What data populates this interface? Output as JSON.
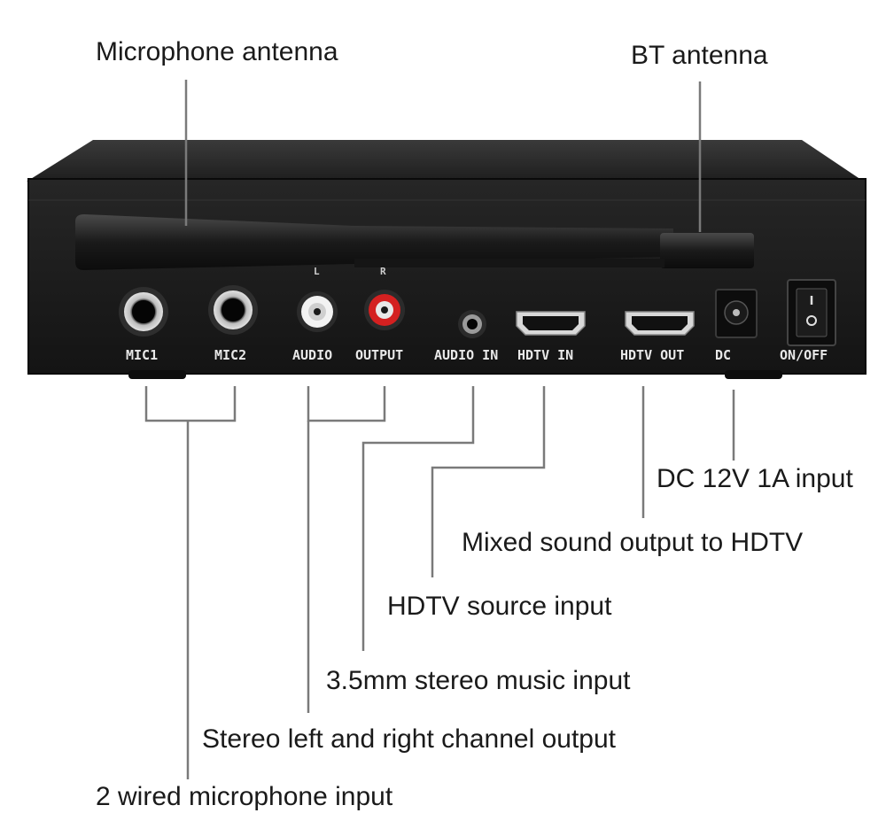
{
  "annotations": {
    "microphone_antenna": "Microphone antenna",
    "bt_antenna": "BT antenna",
    "dc_input": "DC 12V 1A input",
    "mixed_output": "Mixed sound output to HDTV",
    "hdtv_source": "HDTV source input",
    "stereo_music": "3.5mm stereo music input",
    "stereo_output": "Stereo left and right channel output",
    "wired_mic": "2 wired microphone input"
  },
  "ports": {
    "mic1": "MIC1",
    "mic2": "MIC2",
    "audio": "AUDIO",
    "output": "OUTPUT",
    "audio_in": "AUDIO IN",
    "hdtv_in": "HDTV IN",
    "hdtv_out": "HDTV OUT",
    "dc": "DC",
    "on_off": "ON/OFF",
    "left": "L",
    "right": "R"
  },
  "colors": {
    "device_body": "#1c1c1c",
    "device_top": "#2a2a2a",
    "rca_white": "#f2f2f2",
    "rca_red": "#d42020",
    "leader_line": "#7a7a7a"
  }
}
